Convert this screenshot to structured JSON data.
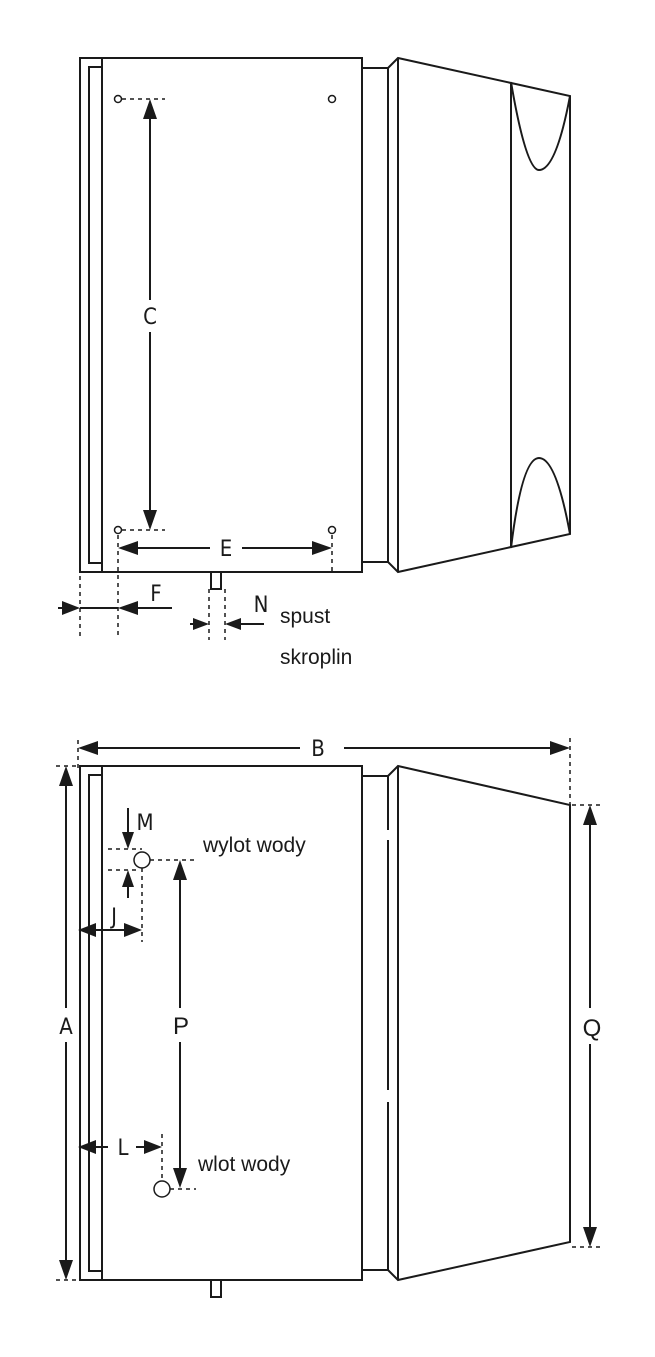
{
  "top_view": {
    "dimensions": {
      "C": "C",
      "E": "E",
      "F": "F",
      "N": "N"
    },
    "notes": {
      "drain_line1": "spust",
      "drain_line2": "skroplin"
    }
  },
  "side_view": {
    "dimensions": {
      "A": "A",
      "B": "B",
      "J": "J",
      "L": "L",
      "M": "M",
      "P": "P",
      "Q": "Q"
    },
    "notes": {
      "water_outlet": "wylot wody",
      "water_inlet": "wlot wody"
    }
  }
}
